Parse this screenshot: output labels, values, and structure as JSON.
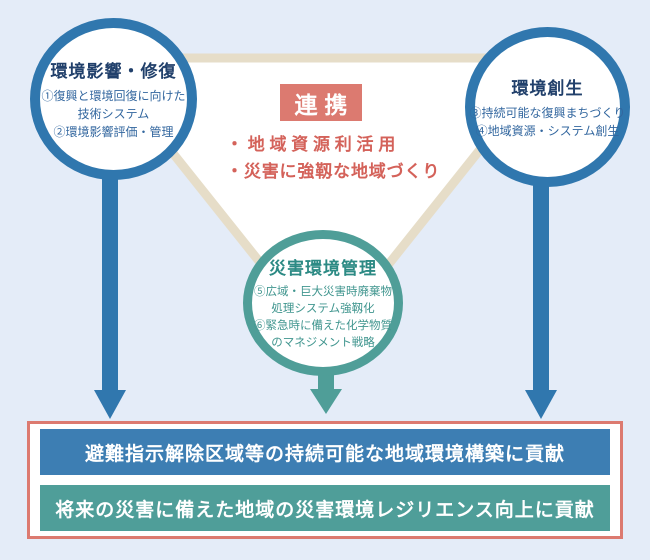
{
  "colors": {
    "background": "#e4ecf8",
    "circle_blue_border": "#3077ae",
    "circle_teal_border": "#4f9e98",
    "navy_title": "#21406b",
    "blue_item_text": "#33679f",
    "teal_title": "#2c8a84",
    "teal_item_text": "#41968f",
    "coral": "#dc7a70",
    "red_text": "#d4625a",
    "triangle_beige": "#e6ddc8",
    "banner_blue": "#3d7eb3",
    "banner_teal": "#4f9e99",
    "arrow_blue": "#3077ae",
    "arrow_teal": "#4f9e98"
  },
  "circles": {
    "impact": {
      "title": "環境影響・修復",
      "line1": "①復興と環境回復に向けた",
      "line2": "技術システム",
      "line3": "②環境影響評価・管理"
    },
    "creation": {
      "title": "環境創生",
      "line1": "③持続可能な復興まちづくり",
      "line2": "④地域資源・システム創生"
    },
    "management": {
      "title": "災害環境管理",
      "line1": "⑤広域・巨大災害時廃棄物",
      "line2": "処理システム強靱化",
      "line3": "⑥緊急時に備えた化学物質",
      "line4": "のマネジメント戦略"
    }
  },
  "collaboration": {
    "label": "連携",
    "bullet1": "・地域資源利活用",
    "bullet2": "・災害に強靱な地域づくり"
  },
  "banners": {
    "banner1": "避難指示解除区域等の持続可能な地域環境構築に貢献",
    "banner2": "将来の災害に備えた地域の災害環境レジリエンス向上に貢献"
  }
}
